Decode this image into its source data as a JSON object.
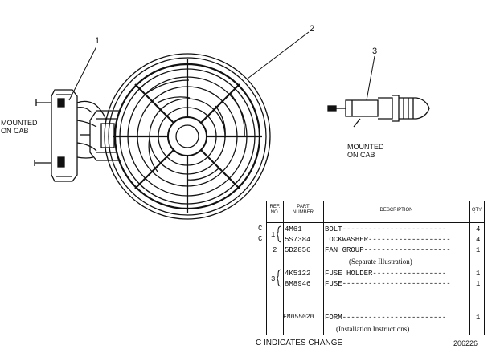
{
  "callouts": {
    "c1": "1",
    "c2": "2",
    "c3": "3"
  },
  "labels": {
    "mounted_left": "MOUNTED\nON CAB",
    "mounted_right": "MOUNTED\nON CAB"
  },
  "table": {
    "headers": {
      "ref": "REF.\nNO.",
      "part": "PART\nNUMBER",
      "desc": "DESCRIPTION",
      "qty": "QTY"
    },
    "rows": [
      {
        "change": "C",
        "ref": "",
        "part": "4M61",
        "desc": "BOLT",
        "qty": "4"
      },
      {
        "change": "C",
        "ref": "1",
        "part": "5S7384",
        "desc": "LOCKWASHER",
        "qty": "4"
      },
      {
        "change": "",
        "ref": "2",
        "part": "5D2856",
        "desc": "FAN GROUP",
        "qty": "1"
      },
      {
        "change": "",
        "ref": "",
        "part": "",
        "desc": "(Separate Illustration)",
        "qty": ""
      },
      {
        "change": "",
        "ref": "",
        "part": "4K5122",
        "desc": "FUSE HOLDER",
        "qty": "1"
      },
      {
        "change": "",
        "ref": "3",
        "part": "8M8946",
        "desc": "FUSE",
        "qty": "1"
      },
      {
        "change": "",
        "ref": "",
        "part": "FM055020",
        "desc": "FORM",
        "qty": "1"
      },
      {
        "change": "",
        "ref": "",
        "part": "",
        "desc": "(Installation Instructions)",
        "qty": ""
      }
    ]
  },
  "footer": {
    "change_note": "C INDICATES CHANGE",
    "figure_number": "206226"
  }
}
